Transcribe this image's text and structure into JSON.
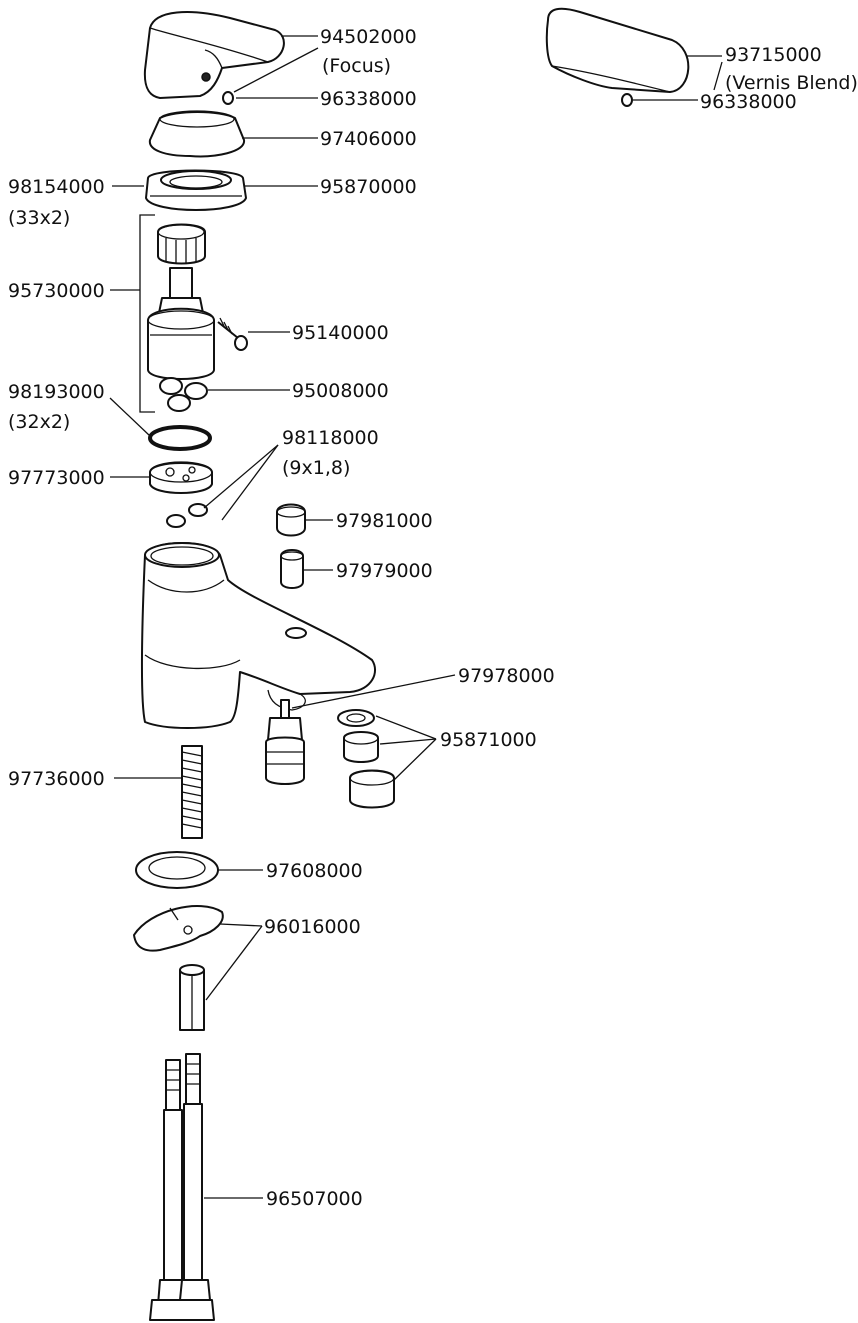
{
  "labels": {
    "p94502000": "94502000",
    "p94502000_note": "(Focus)",
    "p96338000_a": "96338000",
    "p97406000": "97406000",
    "p98154000": "98154000",
    "p98154000_note": "(33x2)",
    "p95870000": "95870000",
    "p95730000": "95730000",
    "p95140000": "95140000",
    "p98193000": "98193000",
    "p98193000_note": "(32x2)",
    "p95008000": "95008000",
    "p98118000": "98118000",
    "p98118000_note": "(9x1,8)",
    "p97773000": "97773000",
    "p97981000": "97981000",
    "p97979000": "97979000",
    "p97978000": "97978000",
    "p95871000": "95871000",
    "p97736000": "97736000",
    "p97608000": "97608000",
    "p96016000": "96016000",
    "p96507000": "96507000",
    "p93715000": "93715000",
    "p93715000_note": "(Vernis Blend)",
    "p96338000_b": "96338000"
  }
}
